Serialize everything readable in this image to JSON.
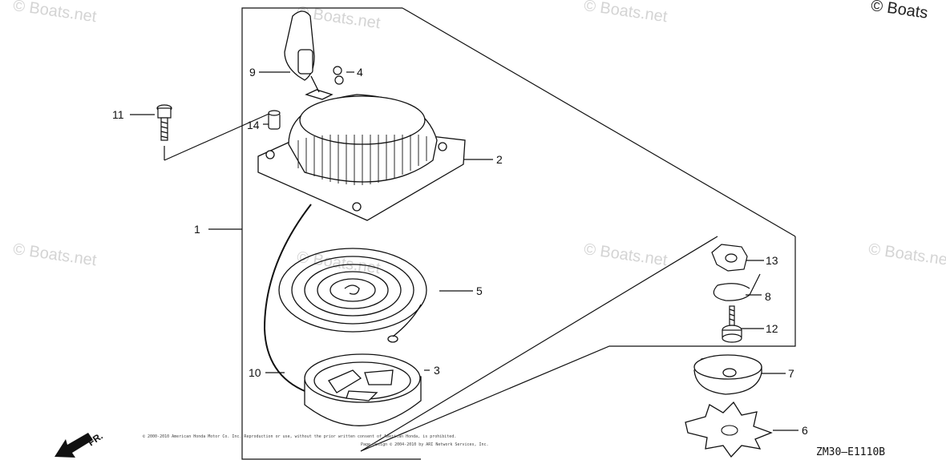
{
  "watermarks": [
    "© Boats.net",
    "© Boats.net",
    "© Boats.net",
    "© Boats.net",
    "© Boats.net",
    "© Boats.net",
    "© Boats.net"
  ],
  "corner_mark": "© Boats",
  "callouts": {
    "c1": "1",
    "c2": "2",
    "c3": "3",
    "c4": "4",
    "c5": "5",
    "c6": "6",
    "c7": "7",
    "c8": "8",
    "c9": "9",
    "c10": "10",
    "c11": "11",
    "c12": "12",
    "c13": "13",
    "c14": "14"
  },
  "direction_label": "FR.",
  "diagram_code": "ZM30—E1110B",
  "copyright_line1": "© 2000-2010 American Honda Motor Co. Inc. Reproduction or use, without the prior written consent of American Honda, is prohibited.",
  "copyright_line2": "Page design © 2004-2010 by ARI Network Services, Inc."
}
